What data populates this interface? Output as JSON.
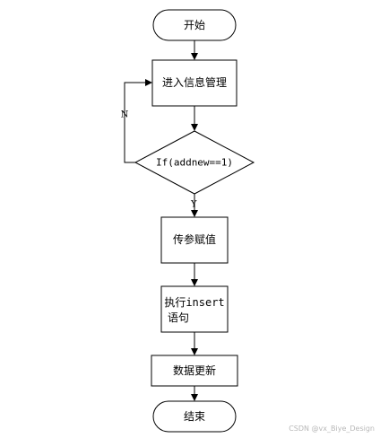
{
  "nodes": {
    "start": "开始",
    "enter": "进入信息管理",
    "decision": "If(addnew==1)",
    "pass_params_text": "传参赋值",
    "exec_insert_line1": "执行insert",
    "exec_insert_line2": "语句",
    "update_data": "数据更新",
    "end": "结束"
  },
  "branches": {
    "no": "N",
    "yes": "Y"
  },
  "watermark": "CSDN @vx_Biye_Design",
  "colors": {
    "stroke": "#000000",
    "fill": "#ffffff",
    "watermark": "#b8b8b8"
  }
}
